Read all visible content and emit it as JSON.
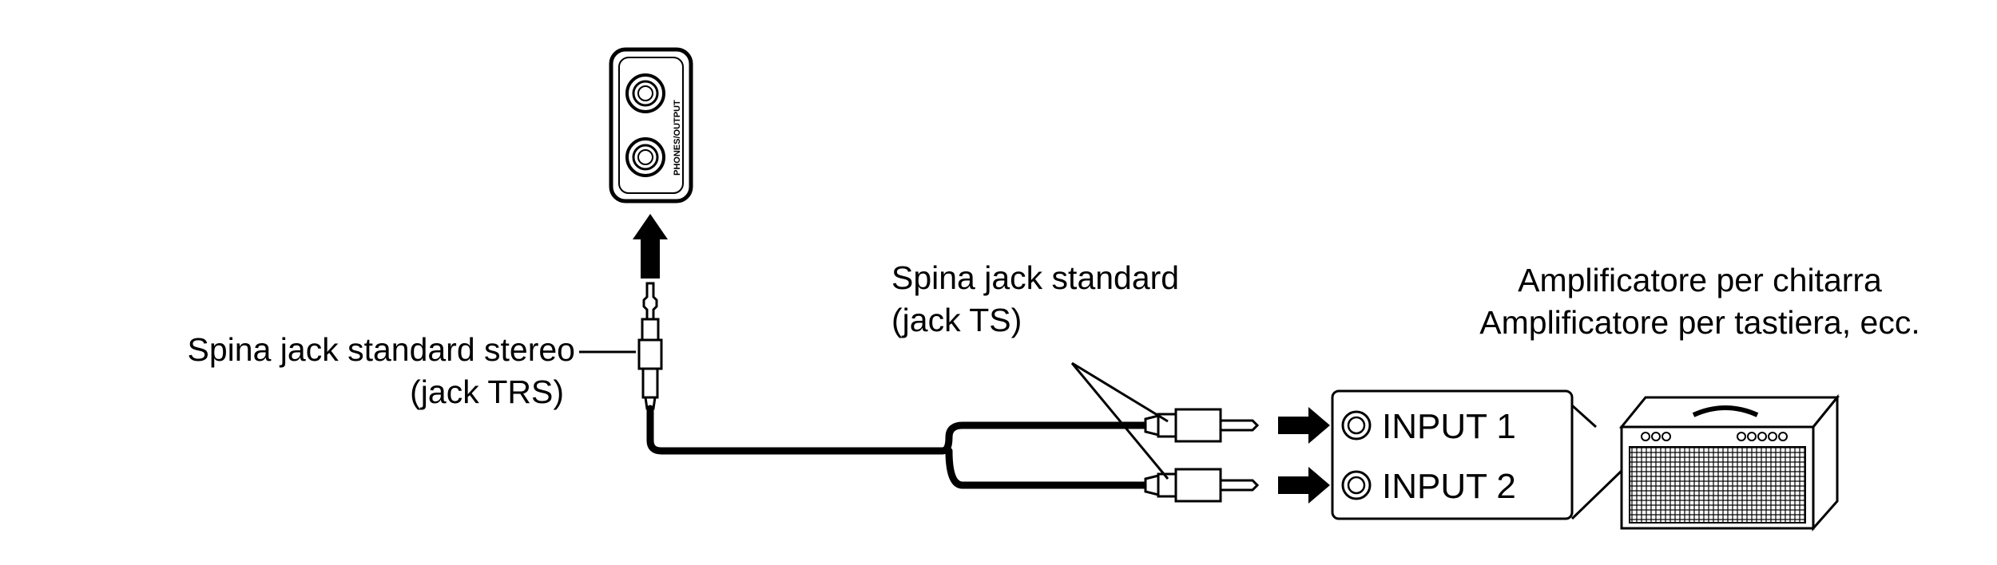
{
  "panel": {
    "jack_label": "PHONES/OUTPUT"
  },
  "labels": {
    "stereo_plug_line1": "Spina jack standard stereo",
    "stereo_plug_line2": "(jack TRS)",
    "mono_plug_line1": "Spina jack standard",
    "mono_plug_line2": "(jack TS)",
    "amp_line1": "Amplificatore per chitarra",
    "amp_line2": "Amplificatore per tastiera, ecc."
  },
  "amp_inputs": {
    "input1": "INPUT 1",
    "input2": "INPUT 2"
  }
}
